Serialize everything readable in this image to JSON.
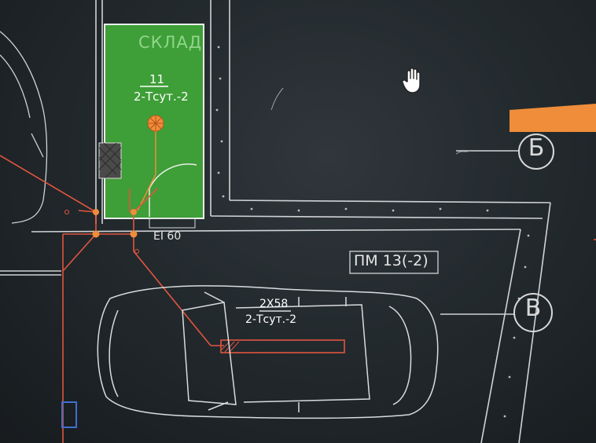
{
  "app": {
    "title": ""
  },
  "plan": {
    "room": {
      "name": "СКЛАД",
      "number": "11",
      "description": "2-Тсут.-2"
    },
    "door_rating": "EI 60",
    "parking_label": "ПМ 13(-2)",
    "car": {
      "number": "2X58",
      "description": "2-Тсут.-2"
    },
    "axes": [
      "Б",
      "В"
    ]
  },
  "colors": {
    "background": "#232a2e",
    "room_fill": "#3e9e37",
    "room_text": "#8fd68a",
    "red_lines": "#e2553f",
    "orange": "#ef8d3a",
    "lines": "#cfd3d6"
  },
  "cursor": {
    "icon": "hand-cursor-icon"
  }
}
